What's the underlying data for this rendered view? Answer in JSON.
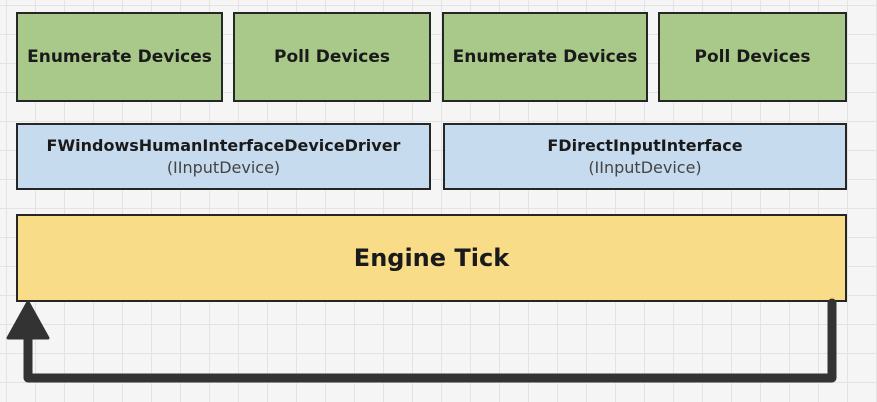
{
  "colors": {
    "green_box": "#a8c98a",
    "blue_box": "#c7dbef",
    "yellow_box": "#f8dc88",
    "border": "#262626"
  },
  "top_row": [
    {
      "label": "Enumerate Devices"
    },
    {
      "label": "Poll Devices"
    },
    {
      "label": "Enumerate Devices"
    },
    {
      "label": "Poll Devices"
    }
  ],
  "interfaces": [
    {
      "title": "FWindowsHumanInterfaceDeviceDriver",
      "subtitle": "(IInputDevice)"
    },
    {
      "title": "FDirectInputInterface",
      "subtitle": "(IInputDevice)"
    }
  ],
  "engine": {
    "label": "Engine Tick"
  }
}
